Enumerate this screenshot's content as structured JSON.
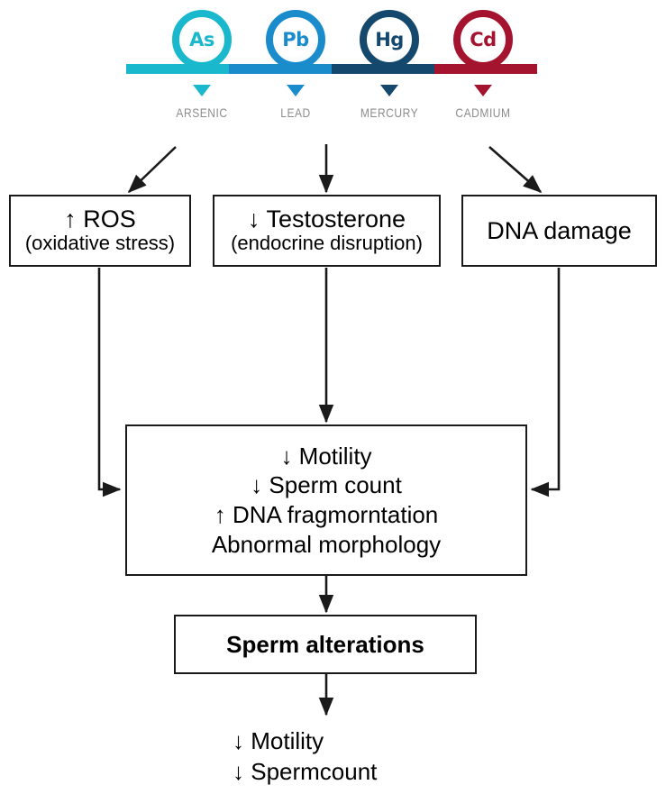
{
  "diagram": {
    "title": "Heavy metal exposure and sperm alterations flowchart",
    "metals": [
      {
        "symbol": "As",
        "name": "ARSENIC",
        "color": "#1ab8cc",
        "icon": "circle-ring-icon",
        "marker": "down-triangle-icon"
      },
      {
        "symbol": "Pb",
        "name": "LEAD",
        "color": "#1a8bcb",
        "icon": "circle-ring-icon",
        "marker": "down-triangle-icon"
      },
      {
        "symbol": "Hg",
        "name": "MERCURY",
        "color": "#14486d",
        "icon": "circle-ring-icon",
        "marker": "down-triangle-icon"
      },
      {
        "symbol": "Cd",
        "name": "CADMIUM",
        "color": "#a4142f",
        "icon": "circle-ring-icon",
        "marker": "down-triangle-icon"
      }
    ],
    "mechanism_boxes": [
      {
        "line1": "↑ ROS",
        "line2": "(oxidative stress)"
      },
      {
        "line1": "↓ Testosterone",
        "line2": "(endocrine disruption)"
      },
      {
        "line1": "DNA damage",
        "line2": ""
      }
    ],
    "effects_box": {
      "lines": [
        "↓ Motility",
        "↓ Sperm count",
        "↑ DNA fragmorntation",
        "Abnormal morphology"
      ]
    },
    "outcome_box": {
      "label": "Sperm alterations"
    },
    "outcome_list": [
      "↓ Motility",
      "↓ Spermcount"
    ],
    "colors": {
      "arsenic": "#1ab8cc",
      "lead": "#1a8bcb",
      "mercury": "#14486d",
      "cadmium": "#a4142f",
      "label_gray": "#8c8c8c",
      "stroke": "#1a1a1a",
      "background": "#ffffff"
    }
  }
}
